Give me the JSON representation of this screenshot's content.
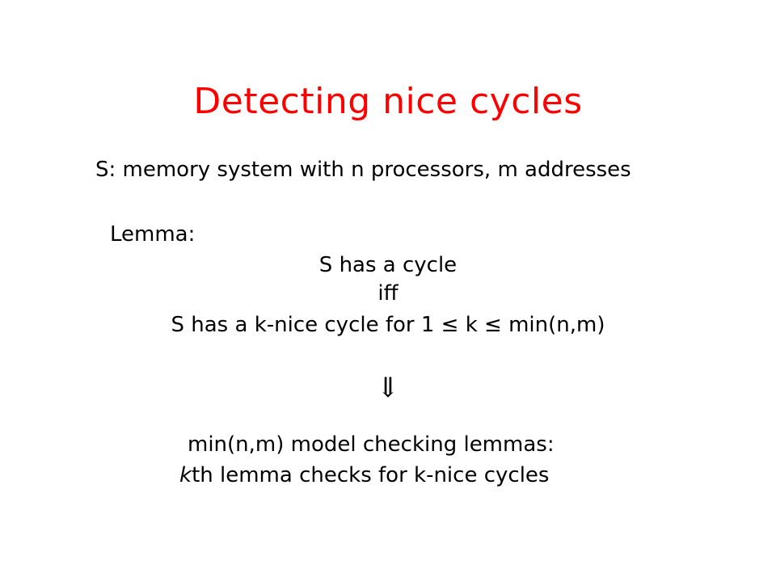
{
  "slide": {
    "title": "Detecting nice cycles",
    "system_def": "S: memory system with n processors, m addresses",
    "lemma_label": "Lemma:",
    "lemma_lines": [
      "S has a cycle",
      "iff",
      "S has a k-nice cycle for 1 ≤ k ≤ min(n,m)"
    ],
    "arrow": "⇓",
    "conclusion": {
      "line1": "min(n,m) model checking lemmas:",
      "line2_italic": "k",
      "line2_rest": "th lemma checks for k-nice cycles"
    }
  },
  "colors": {
    "title": "#ff0000",
    "text": "#000000",
    "background": "#ffffff"
  }
}
